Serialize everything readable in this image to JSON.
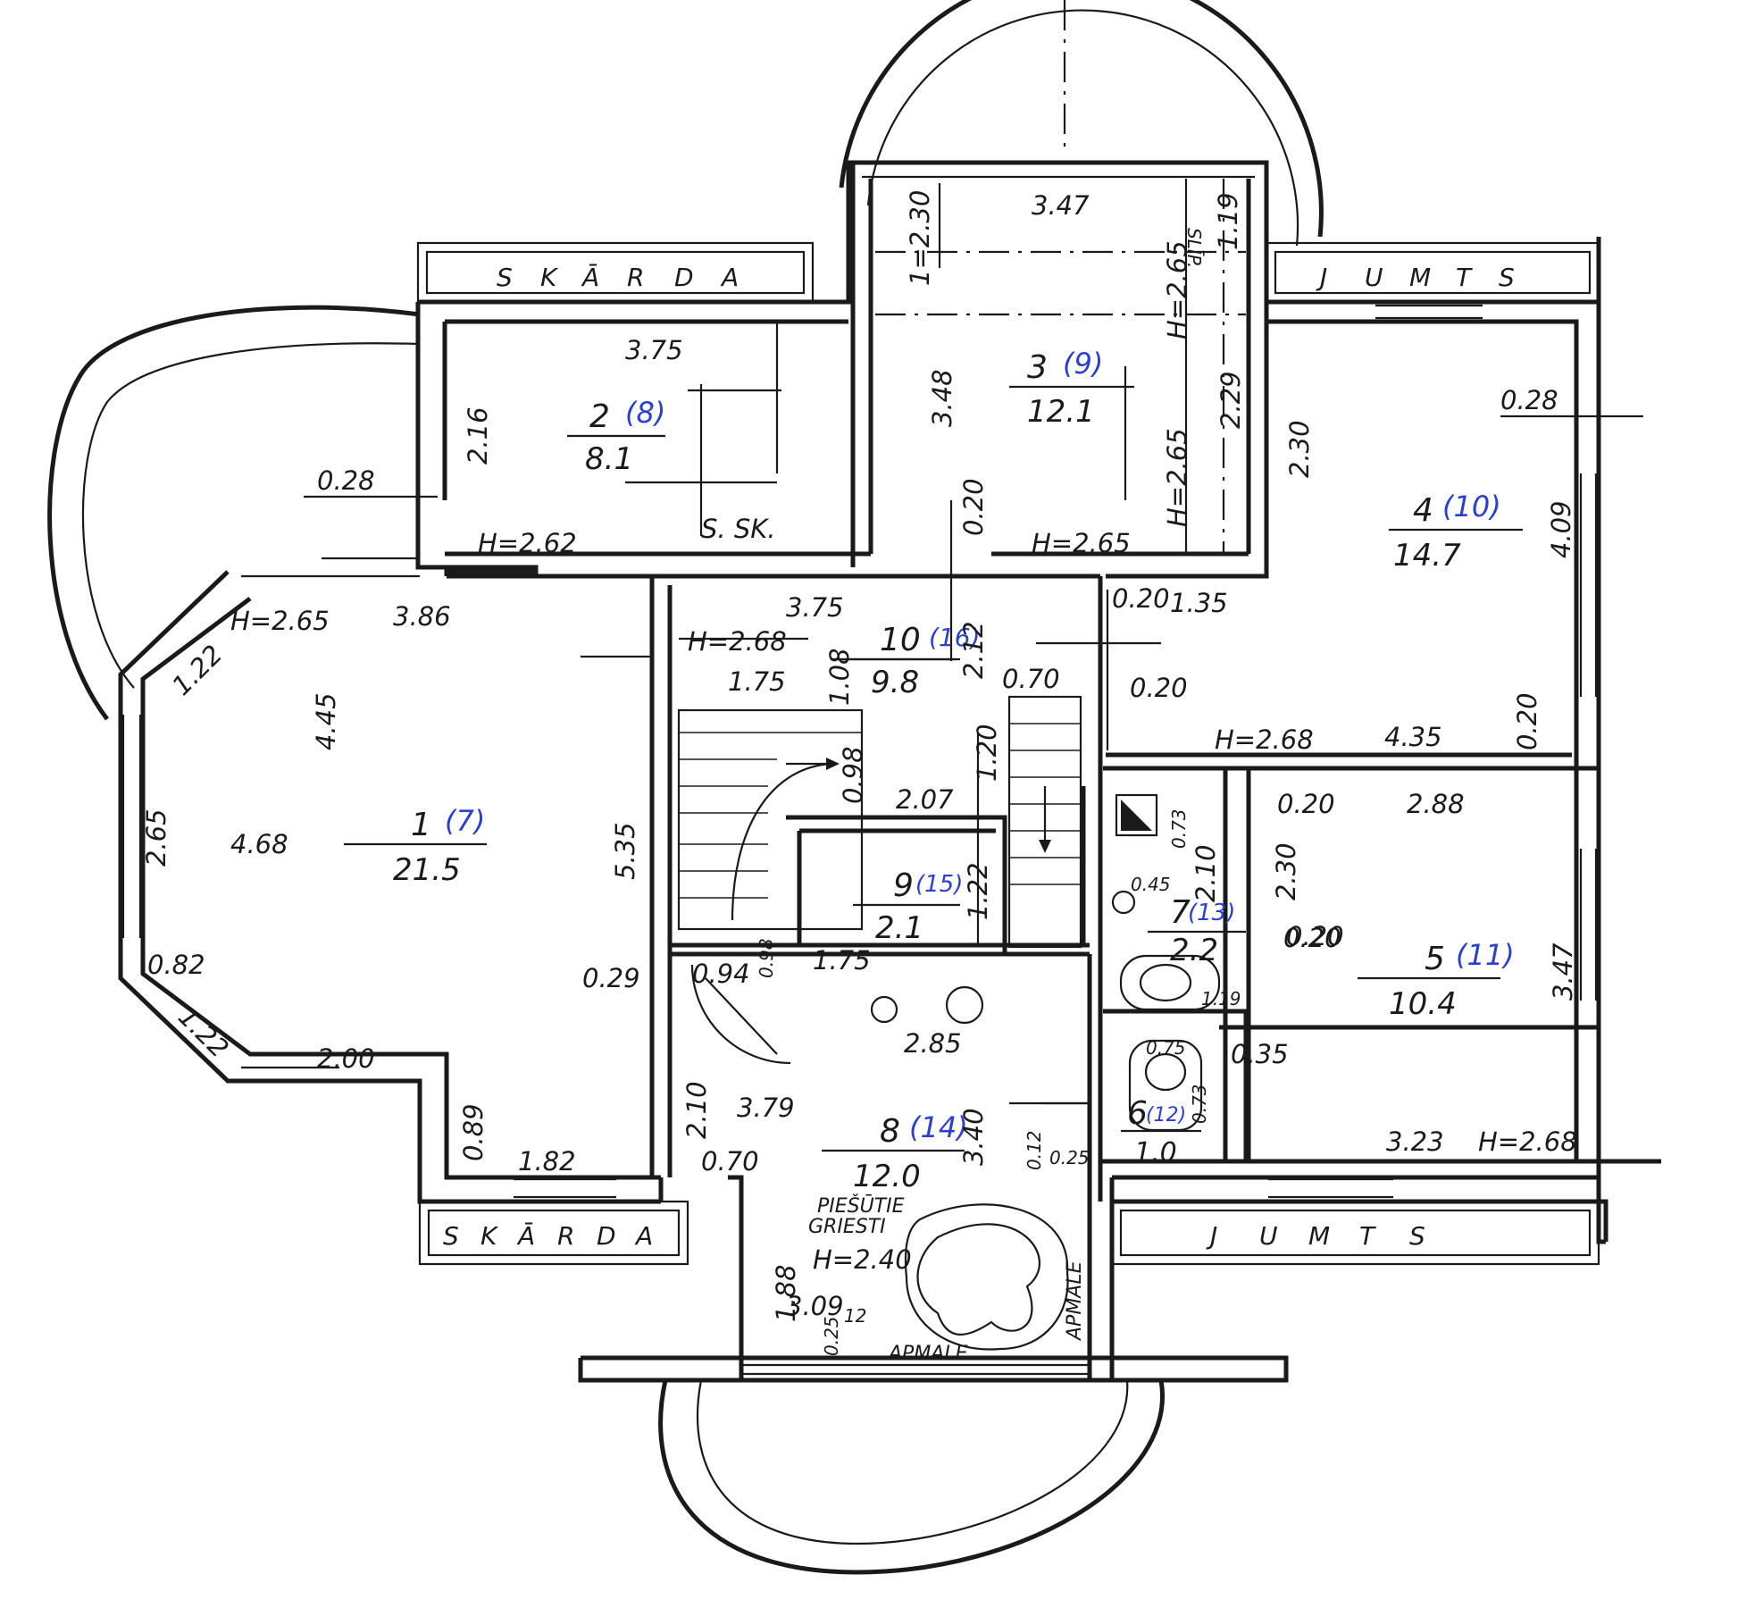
{
  "rooms": [
    {
      "id": "room-1",
      "number": "1",
      "ref": "(7)",
      "area": "21.5"
    },
    {
      "id": "room-2",
      "number": "2",
      "ref": "(8)",
      "area": "8.1"
    },
    {
      "id": "room-3",
      "number": "3",
      "ref": "(9)",
      "area": "12.1"
    },
    {
      "id": "room-4",
      "number": "4",
      "ref": "(10)",
      "area": "14.7"
    },
    {
      "id": "room-5",
      "number": "5",
      "ref": "(11)",
      "area": "10.4"
    },
    {
      "id": "room-6",
      "number": "6",
      "ref": "(12)",
      "area": "1.0"
    },
    {
      "id": "room-7",
      "number": "7",
      "ref": "(13)",
      "area": "2.2"
    },
    {
      "id": "room-8",
      "number": "8",
      "ref": "(14)",
      "area": "12.0"
    },
    {
      "id": "room-9",
      "number": "9",
      "ref": "(15)",
      "area": "2.1"
    },
    {
      "id": "room-10",
      "number": "10",
      "ref": "(16)",
      "area": "9.8"
    }
  ],
  "roof_labels": {
    "skarda_top": [
      "S",
      "K",
      "Ā",
      "R",
      "D",
      "A"
    ],
    "skarda_bottom": [
      "S",
      "K",
      "Ā",
      "R",
      "D",
      "A"
    ],
    "jumts_top": [
      "J",
      "U",
      "M",
      "T",
      "S"
    ],
    "jumts_bottom": [
      "J",
      "U",
      "M",
      "T",
      "S"
    ]
  },
  "notes": {
    "apmale_bottom": "APMALE",
    "apmale_side": "APMALE",
    "piesutie": "PIEŠŪTIE",
    "griesti": "GRIESTI",
    "griesti_h": "H=2.40",
    "s_sk": "S. SK.",
    "sltp": "SLĪP."
  },
  "dimensions": [
    {
      "k": "d01",
      "t": "3.75"
    },
    {
      "k": "d02",
      "t": "2.16"
    },
    {
      "k": "d03",
      "t": "0.28"
    },
    {
      "k": "d04",
      "t": "H=2.62"
    },
    {
      "k": "d05",
      "t": "3.47"
    },
    {
      "k": "d06",
      "t": "1=2.30"
    },
    {
      "k": "d07",
      "t": "1.19"
    },
    {
      "k": "d08",
      "t": "H=2.65"
    },
    {
      "k": "d09",
      "t": "3.48"
    },
    {
      "k": "d10",
      "t": "2.29"
    },
    {
      "k": "d11",
      "t": "H=2.65"
    },
    {
      "k": "d12",
      "t": "0.20"
    },
    {
      "k": "d13",
      "t": "H=2.65"
    },
    {
      "k": "d14",
      "t": "2.30"
    },
    {
      "k": "d15",
      "t": "0.28"
    },
    {
      "k": "d16",
      "t": "4.09"
    },
    {
      "k": "d17",
      "t": "1.35"
    },
    {
      "k": "d18",
      "t": "H=2.65"
    },
    {
      "k": "d19",
      "t": "3.86"
    },
    {
      "k": "d20",
      "t": "1.22"
    },
    {
      "k": "d21",
      "t": "4.45"
    },
    {
      "k": "d22",
      "t": "3.75"
    },
    {
      "k": "d23",
      "t": "H=2.68"
    },
    {
      "k": "d24",
      "t": "1.08"
    },
    {
      "k": "d25",
      "t": "2.12"
    },
    {
      "k": "d26",
      "t": "1.75"
    },
    {
      "k": "d27",
      "t": "0.70"
    },
    {
      "k": "d28",
      "t": "0.20"
    },
    {
      "k": "d29",
      "t": "0.98"
    },
    {
      "k": "d30",
      "t": "1.20"
    },
    {
      "k": "d31",
      "t": "H=2.68"
    },
    {
      "k": "d32",
      "t": "4.35"
    },
    {
      "k": "d33",
      "t": "0.20"
    },
    {
      "k": "d34",
      "t": "0.20"
    },
    {
      "k": "d35",
      "t": "2.07"
    },
    {
      "k": "d36",
      "t": "2.65"
    },
    {
      "k": "d37",
      "t": "4.68"
    },
    {
      "k": "d38",
      "t": "5.35"
    },
    {
      "k": "d39",
      "t": "1.22"
    },
    {
      "k": "d40",
      "t": "1.75"
    },
    {
      "k": "d41",
      "t": "0.73"
    },
    {
      "k": "d42",
      "t": "0.20"
    },
    {
      "k": "d43",
      "t": "2.88"
    },
    {
      "k": "d44",
      "t": "0.45"
    },
    {
      "k": "d45",
      "t": "2.10"
    },
    {
      "k": "d46",
      "t": "2.30"
    },
    {
      "k": "d47",
      "t": "0.20"
    },
    {
      "k": "d48",
      "t": "0.82"
    },
    {
      "k": "d49",
      "t": "1.22"
    },
    {
      "k": "d50",
      "t": "0.29"
    },
    {
      "k": "d51",
      "t": "0.94"
    },
    {
      "k": "d52",
      "t": "0.98"
    },
    {
      "k": "d53",
      "t": "1.19"
    },
    {
      "k": "d54",
      "t": "3.47"
    },
    {
      "k": "d55",
      "t": "2.00"
    },
    {
      "k": "d56",
      "t": "2.85"
    },
    {
      "k": "d57",
      "t": "0.35"
    },
    {
      "k": "d58",
      "t": "0.75"
    },
    {
      "k": "d59",
      "t": "0.89"
    },
    {
      "k": "d60",
      "t": "2.10"
    },
    {
      "k": "d61",
      "t": "3.79"
    },
    {
      "k": "d62",
      "t": "3.40"
    },
    {
      "k": "d63",
      "t": "0.73"
    },
    {
      "k": "d64",
      "t": "1.82"
    },
    {
      "k": "d65",
      "t": "0.70"
    },
    {
      "k": "d66",
      "t": "0.12"
    },
    {
      "k": "d67",
      "t": "0.25"
    },
    {
      "k": "d68",
      "t": "3.23"
    },
    {
      "k": "d69",
      "t": "H=2.68"
    },
    {
      "k": "d70",
      "t": "1.88"
    },
    {
      "k": "d71",
      "t": "3.09"
    },
    {
      "k": "d72",
      "t": "0.25"
    },
    {
      "k": "d73",
      "t": "12"
    },
    {
      "k": "d74",
      "t": "0.20"
    }
  ]
}
